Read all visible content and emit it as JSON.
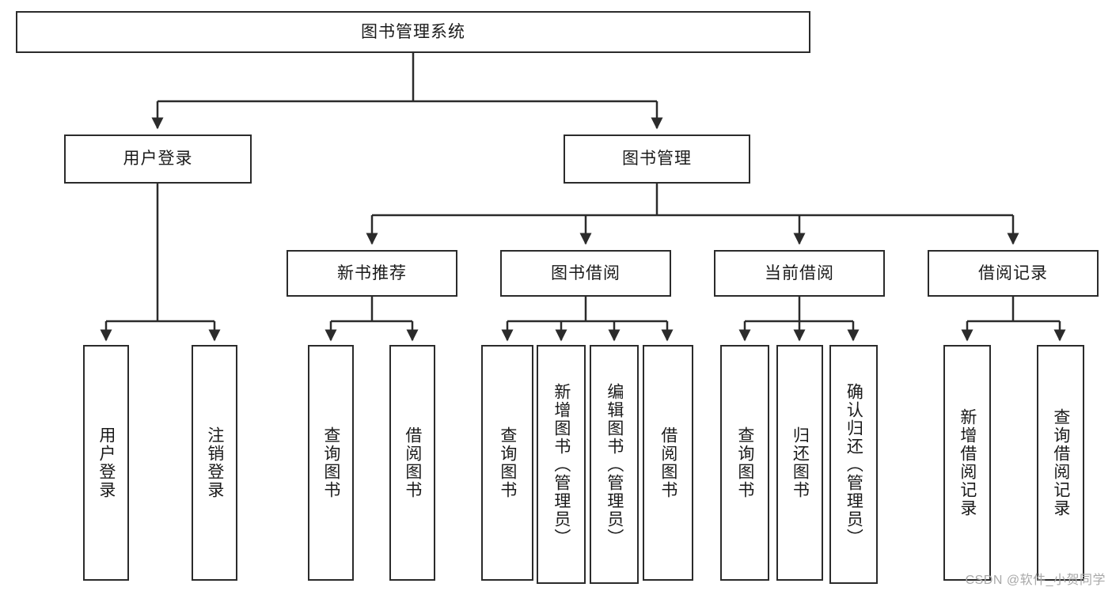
{
  "diagram": {
    "title": "图书管理系统",
    "watermark": "CSDN @软件_小贺同学",
    "style": {
      "box_border_color": "#2b2b2b",
      "box_fill_color": "#ffffff",
      "edge_color": "#2b2b2b",
      "text_color": "#1a1a1a",
      "background": "#ffffff"
    },
    "nodes": {
      "root": {
        "label": "图书管理系统"
      },
      "level2": [
        {
          "label": "用户登录"
        },
        {
          "label": "图书管理"
        }
      ],
      "level3": [
        {
          "label": "新书推荐"
        },
        {
          "label": "图书借阅"
        },
        {
          "label": "当前借阅"
        },
        {
          "label": "借阅记录"
        }
      ],
      "leaves": {
        "user_login": [
          {
            "label": "用户登录"
          },
          {
            "label": "注销登录"
          }
        ],
        "new_book_recommend": [
          {
            "label": "查询图书"
          },
          {
            "label": "借阅图书"
          }
        ],
        "book_borrow": [
          {
            "label": "查询图书"
          },
          {
            "label": "新增图书（管理员）"
          },
          {
            "label": "编辑图书（管理员）"
          },
          {
            "label": "借阅图书"
          }
        ],
        "current_borrow": [
          {
            "label": "查询图书"
          },
          {
            "label": "归还图书"
          },
          {
            "label": "确认归还（管理员）"
          }
        ],
        "borrow_record": [
          {
            "label": "新增借阅记录"
          },
          {
            "label": "查询借阅记录"
          }
        ]
      }
    }
  }
}
